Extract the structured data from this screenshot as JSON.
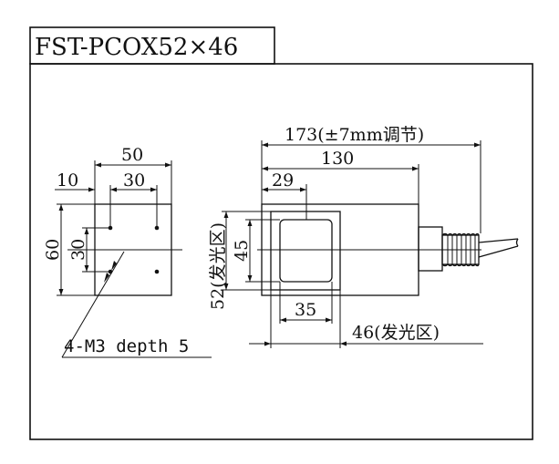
{
  "title": "FST-PCOX52×46",
  "colors": {
    "stroke": "#111111",
    "background": "#ffffff"
  },
  "front_view": {
    "width_overall": "50",
    "hole_spacing_x": "30",
    "hole_offset_left": "10",
    "height_overall": "60",
    "hole_spacing_y": "30",
    "hole_callout": "4-M3 depth 5"
  },
  "side_view": {
    "length_overall": "173(±7mm调节)",
    "body_length": "130",
    "window_offset": "29",
    "emitting_height": "52(发光区)",
    "window_height": "45",
    "window_width": "35",
    "emitting_width": "46(发光区)"
  }
}
